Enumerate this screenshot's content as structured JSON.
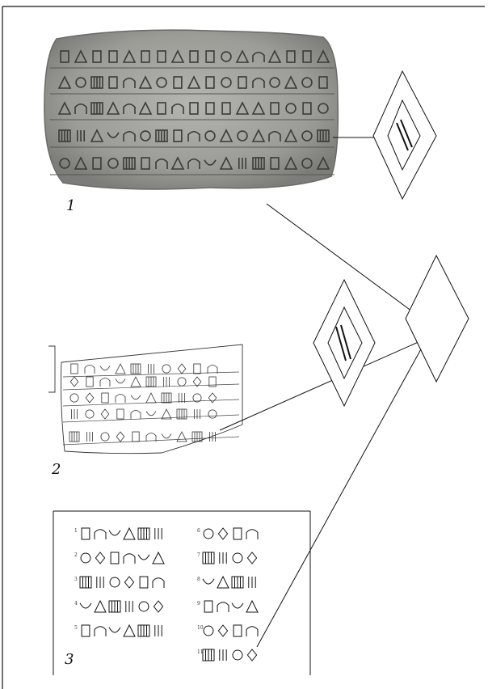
{
  "figure": {
    "panels": [
      {
        "id": "clay-tablet",
        "label": "1"
      },
      {
        "id": "incised-tablet",
        "label": "2"
      },
      {
        "id": "sign-table",
        "label": "3"
      }
    ],
    "sign_rows": [
      {
        "number": "1"
      },
      {
        "number": "2"
      },
      {
        "number": "3"
      },
      {
        "number": "4"
      },
      {
        "number": "5"
      },
      {
        "number": "6"
      },
      {
        "number": "7"
      },
      {
        "number": "8"
      },
      {
        "number": "9"
      },
      {
        "number": "10"
      },
      {
        "number": "11"
      }
    ],
    "colors": {
      "ink": "#111111",
      "tablet_fill": "#9a9a96",
      "tablet_dark": "#6e6e6a",
      "paper": "#ffffff"
    }
  }
}
